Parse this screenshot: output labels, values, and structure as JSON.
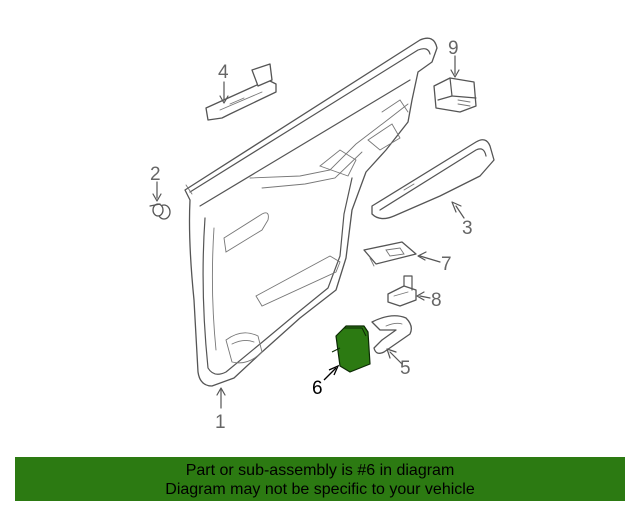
{
  "callouts": {
    "c1": "1",
    "c2": "2",
    "c3": "3",
    "c4": "4",
    "c5": "5",
    "c6": "6",
    "c7": "7",
    "c8": "8",
    "c9": "9"
  },
  "highlight": {
    "part_number": "6",
    "color": "#2c7a12"
  },
  "banner": {
    "line1": "Part or sub-assembly is #6 in diagram",
    "line2": "Diagram may not be specific to your vehicle",
    "background": "#2c7a12"
  }
}
